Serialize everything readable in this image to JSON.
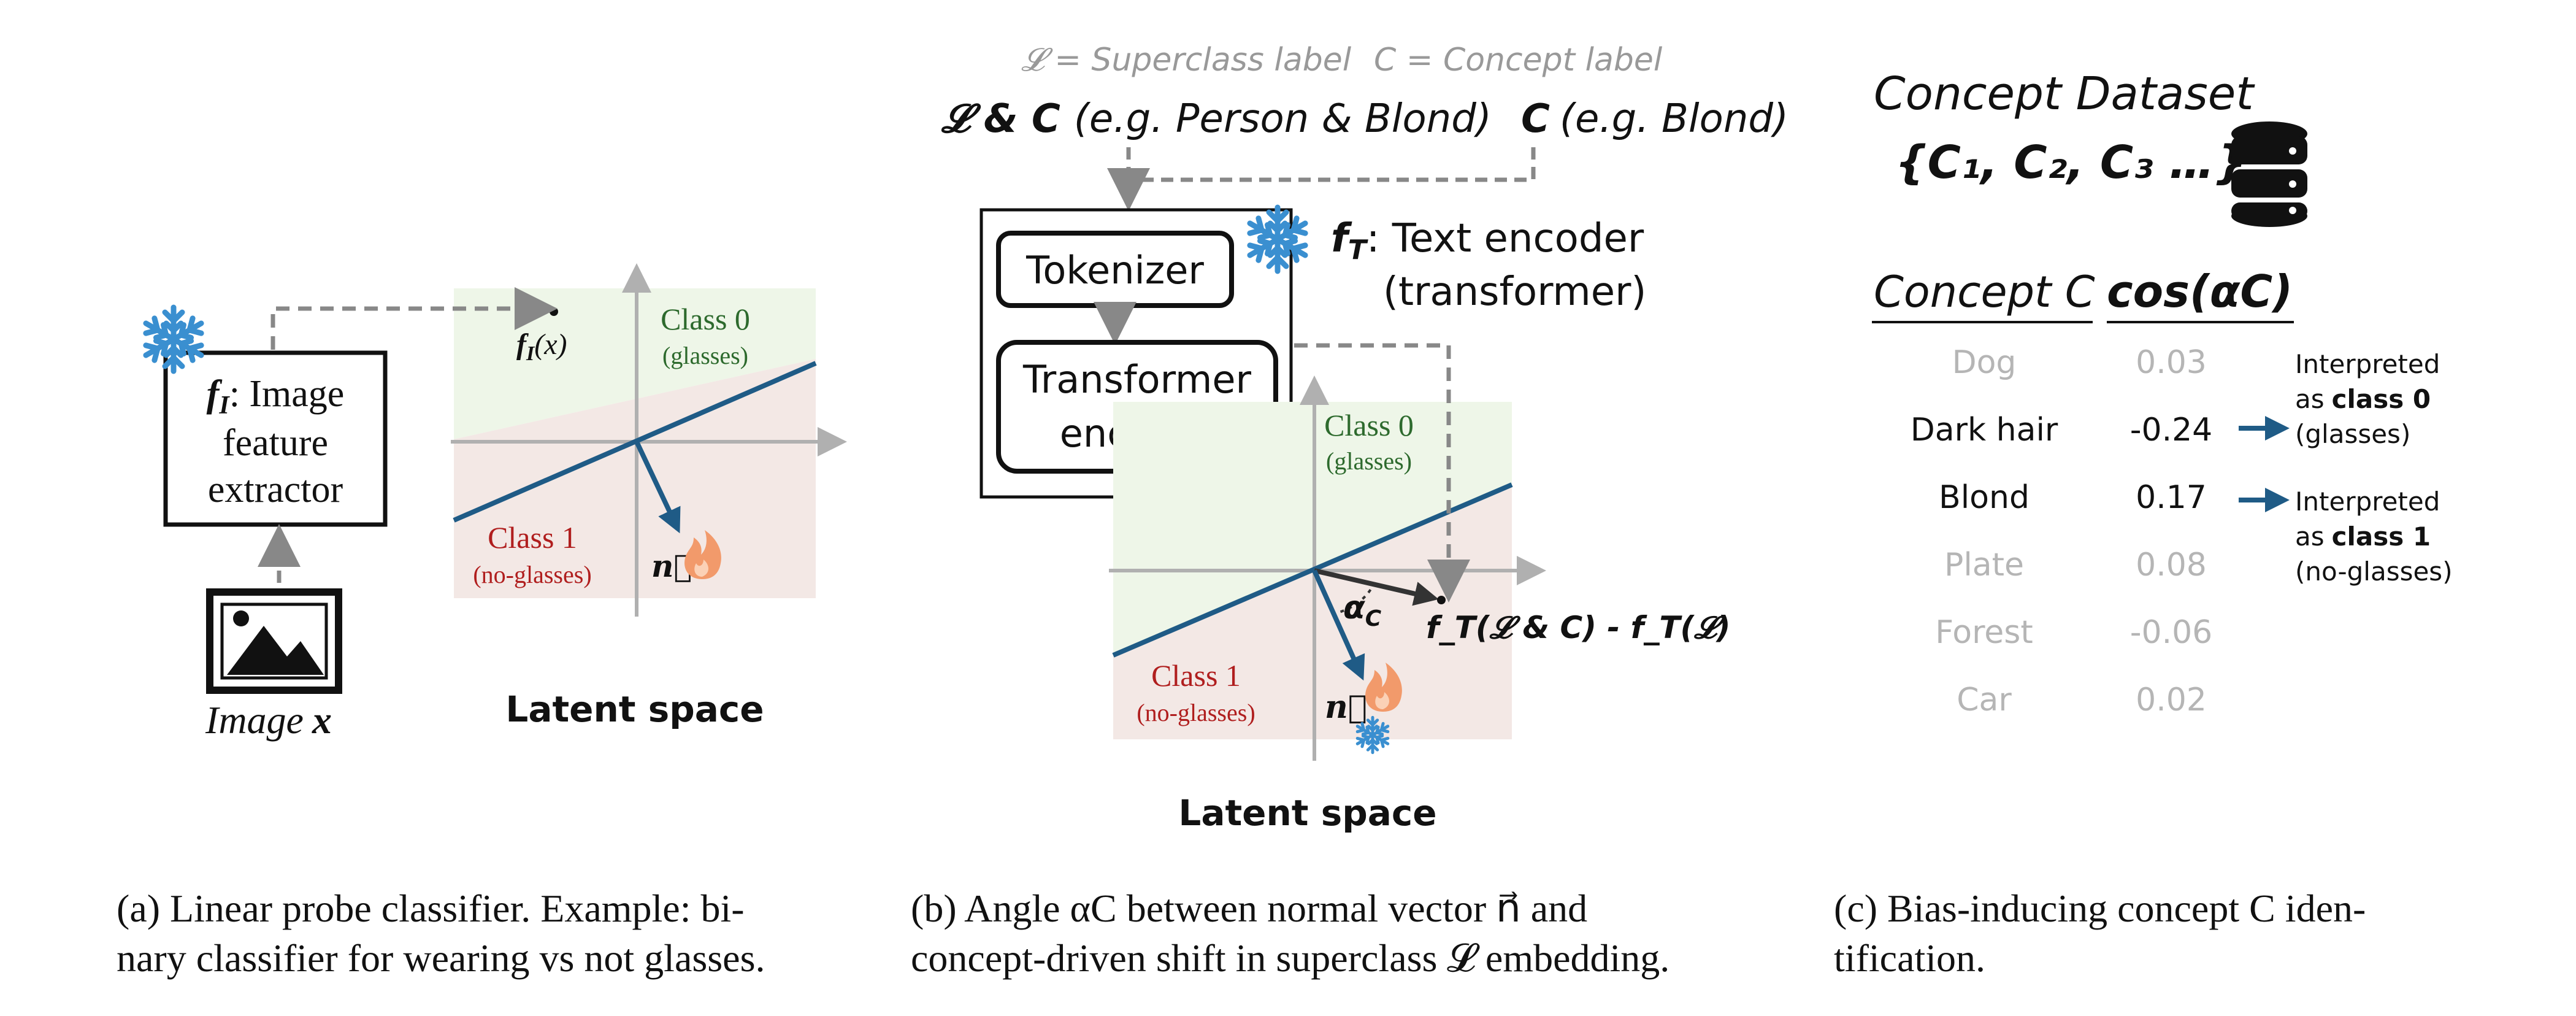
{
  "legend": {
    "superclass": "𝓛 = Superclass label",
    "concept": "C = Concept label"
  },
  "panel_a": {
    "encoder_sub": "I",
    "encoder_l1": ": Image",
    "encoder_l2": "feature",
    "encoder_l3": "extractor",
    "embedding_sub": "I",
    "embedding_arg": "(x)",
    "class0_name": "Class 0",
    "class0_desc": "(glasses)",
    "class1_name": "Class 1",
    "class1_desc": "(no-glasses)",
    "normal_vec": "n⃗",
    "image_label": "Image",
    "image_var": "x",
    "space_label": "Latent space",
    "caption_l1": "(a) Linear probe classifier. Example: bi-",
    "caption_l2": "nary classifier for wearing vs not glasses."
  },
  "panel_b": {
    "input1_sym": "𝓛 & C",
    "input1_eg": "(e.g. Person & Blond)",
    "input2_sym": "C",
    "input2_eg": "(e.g. Blond)",
    "tokenizer": "Tokenizer",
    "transformer_l1": "Transformer",
    "transformer_l2": "encoder",
    "text_encoder_sub": "T",
    "text_encoder_l1": ": Text encoder",
    "text_encoder_l2": "(transformer)",
    "class0_name": "Class 0",
    "class0_desc": "(glasses)",
    "class1_name": "Class 1",
    "class1_desc": "(no-glasses)",
    "alpha": "α",
    "alpha_sub": "C",
    "shift_label": "f_T(𝓛 & C) - f_T(𝓛)",
    "normal_vec": "n⃗",
    "space_label": "Latent space",
    "caption_l1": "(b) Angle αC between normal vector n⃗ and",
    "caption_l2": "concept-driven shift in superclass 𝓛 embedding."
  },
  "panel_c": {
    "dataset_title": "Concept Dataset",
    "dataset_set": "{C₁, C₂, C₃ …}",
    "col_concept": "Concept C",
    "col_cos": "cos(αC)",
    "rows": [
      {
        "concept": "Dog",
        "cos": "0.03",
        "highlight": false
      },
      {
        "concept": "Dark hair",
        "cos": "-0.24",
        "highlight": true
      },
      {
        "concept": "Blond",
        "cos": "0.17",
        "highlight": true
      },
      {
        "concept": "Plate",
        "cos": "0.08",
        "highlight": false
      },
      {
        "concept": "Forest",
        "cos": "-0.06",
        "highlight": false
      },
      {
        "concept": "Car",
        "cos": "0.02",
        "highlight": false
      }
    ],
    "interp0_l1": "Interpreted",
    "interp0_l2": "as",
    "interp0_cls": "class 0",
    "interp0_l3": "(glasses)",
    "interp1_l1": "Interpreted",
    "interp1_l2": "as",
    "interp1_cls": "class 1",
    "interp1_l3": "(no-glasses)",
    "caption_l1": "(c) Bias-inducing concept C iden-",
    "caption_l2": "tification."
  },
  "colors": {
    "class0_bg": "#eef6e8",
    "class1_bg": "#f3e8e5",
    "class0_text": "#2d6a2d",
    "class1_text": "#b01e1e",
    "boundary": "#1f5b86",
    "normal": "#1f5b86",
    "axis": "#b0b0b0",
    "dashed": "#888888",
    "snowflake": "#3a8fd0",
    "flame": "#f29a6b",
    "faded": "#b5b5b5"
  }
}
